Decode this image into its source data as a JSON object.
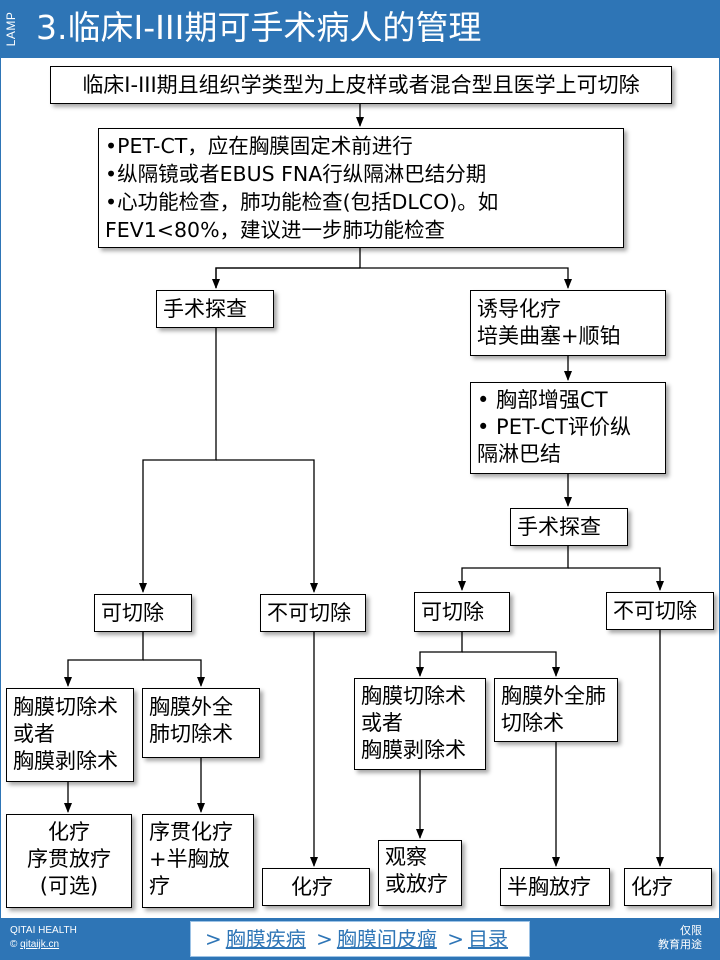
{
  "header": {
    "side_tag": "LAMP",
    "title": "3.临床I-III期可手术病人的管理"
  },
  "flowchart": {
    "top": "临床I-III期且组织学类型为上皮样或者混合型且医学上可切除",
    "workup": "•PET-CT，应在胸膜固定术前进行\n•纵隔镜或者EBUS FNA行纵隔淋巴结分期\n•心功能检查，肺功能检查(包括DLCO)。如FEV1<80%，建议进一步肺功能检查",
    "left": {
      "explore": "手术探查",
      "resectable": "可切除",
      "unresectable": "不可切除",
      "pleurectomy": "胸膜切除术\n或者\n胸膜剥除术",
      "epp": "胸膜外全\n肺切除术",
      "result_pleurectomy": "化疗\n序贯放疗\n(可选)",
      "result_epp": "序贯化疗\n+半胸放\n疗",
      "result_unresectable": "化疗"
    },
    "right": {
      "induction": "诱导化疗\n培美曲塞+顺铂",
      "restaging": "• 胸部增强CT\n• PET-CT评价纵\n隔淋巴结",
      "explore": "手术探查",
      "resectable": "可切除",
      "unresectable": "不可切除",
      "pleurectomy": "胸膜切除术\n或者\n胸膜剥除术",
      "epp": "胸膜外全肺\n切除术",
      "result_pleurectomy": "观察\n或放疗",
      "result_epp": "半胸放疗",
      "result_unresectable": "化疗"
    }
  },
  "footer": {
    "org_name": "QITAI HEALTH",
    "copyright": "©",
    "site": "qitaijk.cn",
    "crumb_sep": ">",
    "crumbs": [
      "胸膜疾病",
      "胸膜间皮瘤",
      "目录"
    ],
    "note": "仅限\n教育用途"
  },
  "colors": {
    "header_blue": "#2e75b6",
    "box_border": "#000000",
    "connector": "#000000"
  }
}
